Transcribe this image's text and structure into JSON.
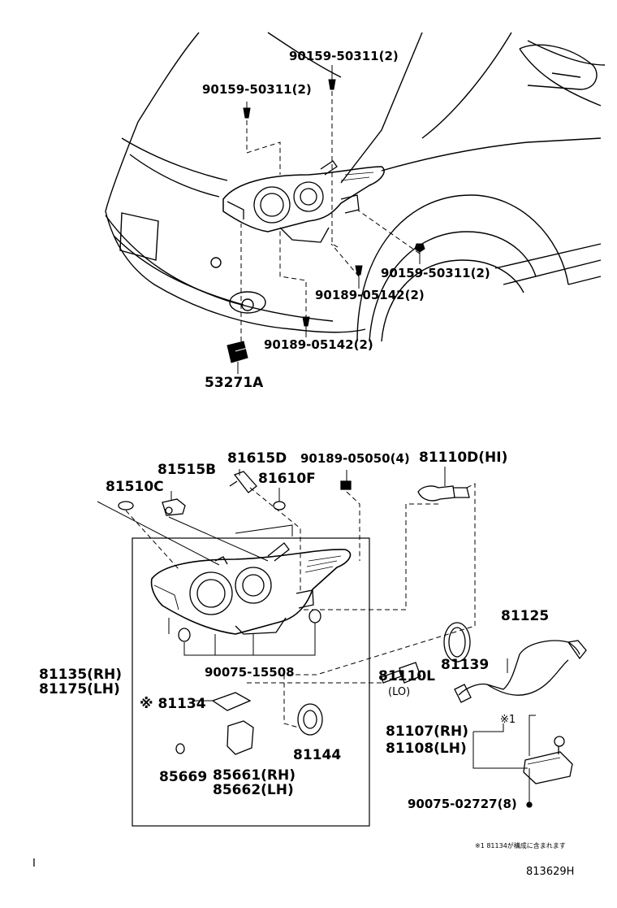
{
  "diagram": {
    "ref_code": "813629H",
    "side_mark": "I",
    "note": "※1 81134が構成に含まれます",
    "parts": {
      "p90159_top": "90159-50311(2)",
      "p90159_left": "90159-50311(2)",
      "p90159_right": "90159-50311(2)",
      "p90189_a": "90189-05142(2)",
      "p90189_b": "90189-05142(2)",
      "p53271A": "53271A",
      "p81615D": "81615D",
      "p90189_05050": "90189-05050(4)",
      "p81110D": "81110D(HI)",
      "p81515B": "81515B",
      "p81610F": "81610F",
      "p81510C": "81510C",
      "p81125": "81125",
      "p81135": "81135(RH)",
      "p81175": "81175(LH)",
      "p90075_15508": "90075-15508",
      "p81110L": "81110L",
      "p81110L_sub": "(LO)",
      "p81139": "81139",
      "p81134": "※ 81134",
      "p81144": "81144",
      "p85669": "85669",
      "p85661": "85661(RH)",
      "p85662": "85662(LH)",
      "p81107": "81107(RH)",
      "p81108": "81108(LH)",
      "p_mark1": "※1",
      "p90075_02727": "90075-02727(8)"
    }
  }
}
